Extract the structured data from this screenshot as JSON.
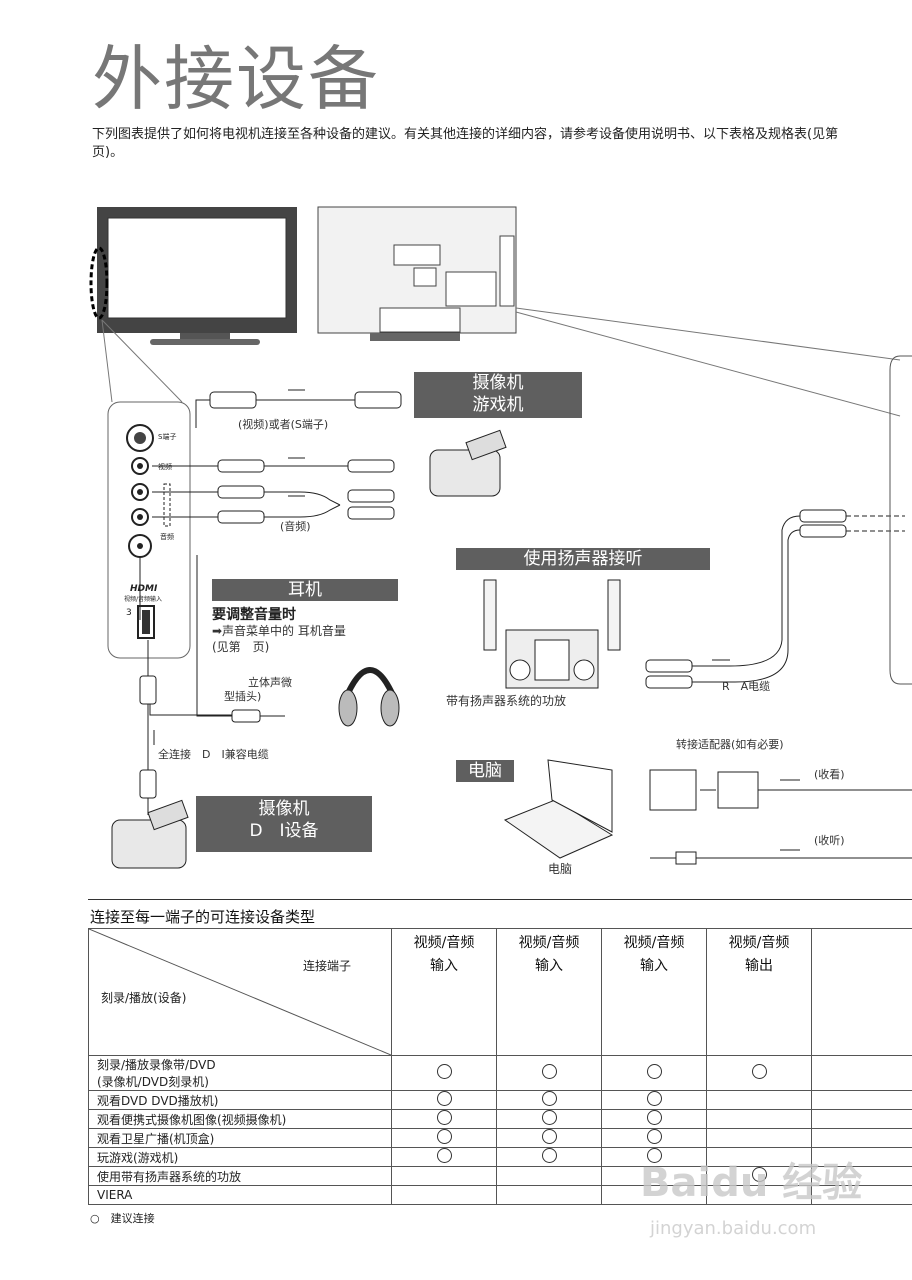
{
  "title": "外接设备",
  "intro": "下列图表提供了如何将电视机连接至各种设备的建议。有关其他连接的详细内容，请参考设备使用说明书、以下表格及规格表(见第　页)。",
  "banners": {
    "camcorder_game": [
      "摄像机",
      "游戏机"
    ],
    "headphones": "耳机",
    "speakers": "使用扬声器接听",
    "pc": "电脑",
    "camcorder_hdmi": [
      "摄像机",
      "D　I设备"
    ]
  },
  "labels": {
    "video_or_s": "(视频)或者(S端子)",
    "audio": "(音频)",
    "volume_title": "要调整音量时",
    "volume_text1": "➡声音菜单中的 耳机音量",
    "volume_text2": "(见第　页)",
    "stereo_plug1": "立体声微",
    "stereo_plug2": "型插头)",
    "hdmi_cable": "全连接　D　I兼容电缆",
    "amp_system": "带有扬声器系统的功放",
    "rca_cable": "R　A电缆",
    "adapter": "转接适配器(如有必要)",
    "watch": "(收看)",
    "listen": "(收听)",
    "pc_label": "电脑",
    "panel_s": "S端子",
    "panel_video": "视频",
    "panel_audio": "音频",
    "panel_hdmi": "HDMI",
    "panel_hdmi_sub": "视频/音频输入",
    "panel_hdmi_num": "3"
  },
  "table": {
    "title": "连接至每一端子的可连接设备类型",
    "corner_top": "连接端子",
    "corner_bottom": "刻录/播放(设备)",
    "columns": [
      {
        "l1": "视频/音频",
        "l2": "输入"
      },
      {
        "l1": "视频/音频",
        "l2": "输入"
      },
      {
        "l1": "视频/音频",
        "l2": "输入"
      },
      {
        "l1": "视频/音频",
        "l2": "输出"
      },
      {
        "l1": "",
        "l2": ""
      }
    ],
    "rows": [
      {
        "label": "刻录/播放录像带/DVD",
        "label2": "(录像机/DVD刻录机)",
        "marks": [
          true,
          true,
          true,
          true,
          false
        ]
      },
      {
        "label": "观看DVD DVD播放机)",
        "marks": [
          true,
          true,
          true,
          false,
          false
        ]
      },
      {
        "label": "观看便携式摄像机图像(视频摄像机)",
        "marks": [
          true,
          true,
          true,
          false,
          false
        ]
      },
      {
        "label": "观看卫星广播(机顶盒)",
        "marks": [
          true,
          true,
          true,
          false,
          false
        ]
      },
      {
        "label": "玩游戏(游戏机)",
        "marks": [
          true,
          true,
          true,
          false,
          false
        ]
      },
      {
        "label": "使用带有扬声器系统的功放",
        "marks": [
          false,
          false,
          false,
          true,
          false
        ]
      },
      {
        "label": "VIERA",
        "marks": [
          false,
          false,
          false,
          false,
          false
        ]
      }
    ],
    "legend_symbol": "○",
    "legend_text": "建议连接"
  },
  "watermark": {
    "line1": "Baidu 经验",
    "line2": "jingyan.baidu.com"
  }
}
